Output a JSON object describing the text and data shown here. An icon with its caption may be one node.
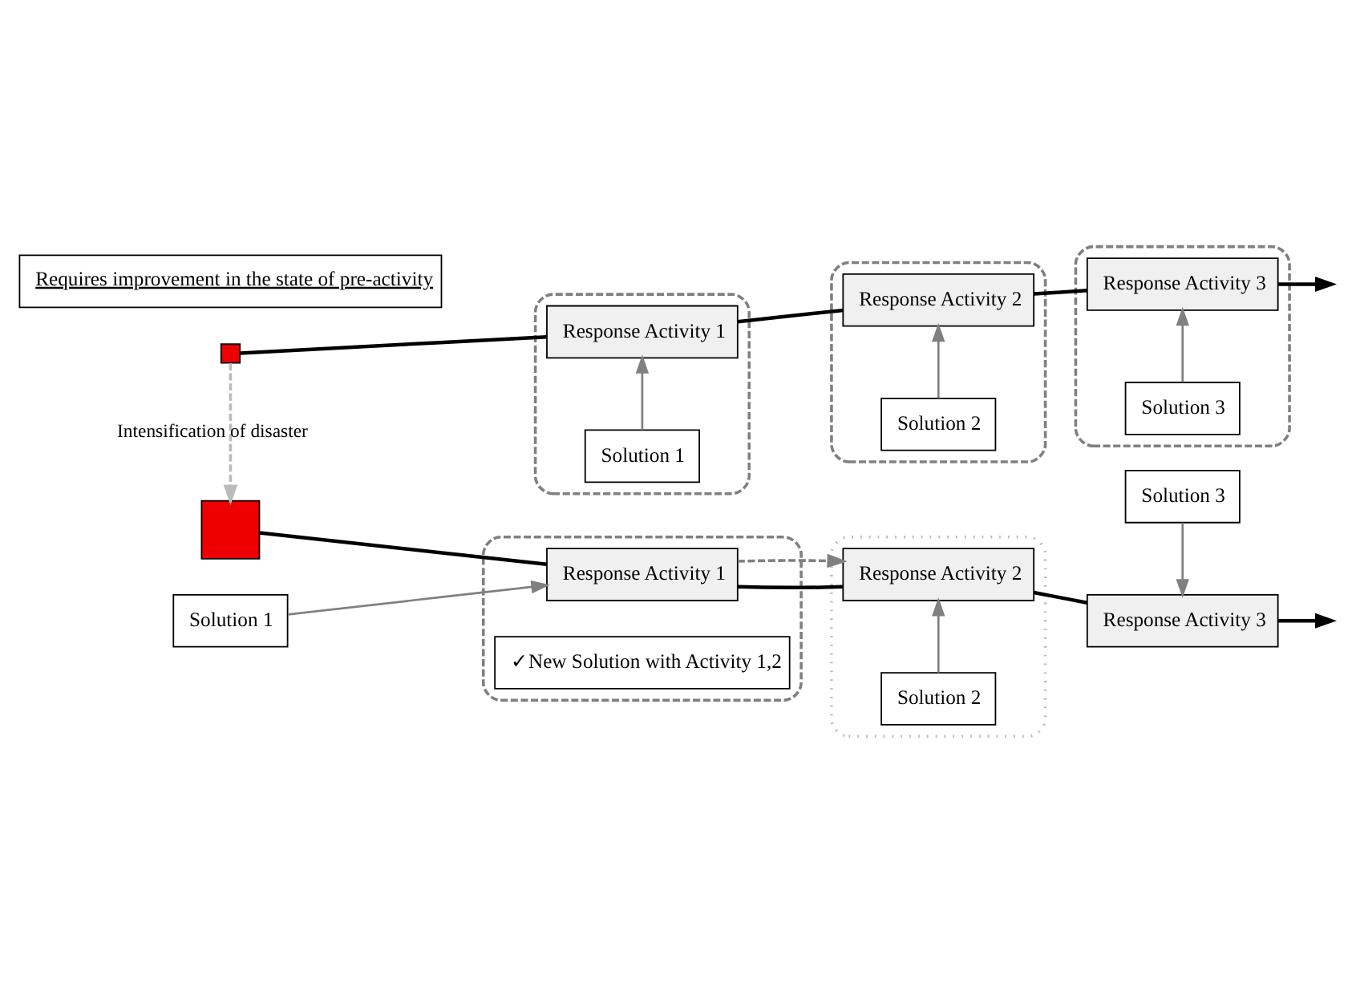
{
  "diagram": {
    "nodes": [
      {
        "text": [],
        "shape": "box"
      },
      {
        "text": [],
        "shape": "box"
      },
      {
        "text": [
          "Solution 1"
        ],
        "in": 1
      },
      {
        "text": [
          "Response Activity 1"
        ],
        "in": 1
      },
      {
        "text": [],
        "shape": "box"
      },
      {
        "text": [
          "Solution 2"
        ],
        "in": 4
      },
      {
        "text": [
          "Response Activity 2"
        ],
        "in": 4
      },
      {
        "text": [],
        "shape": "box"
      },
      {
        "text": [
          "Solution 3"
        ],
        "in": 7
      },
      {
        "text": [
          "Response Activity 3"
        ],
        "in": 7
      },
      {
        "text": [],
        "shape": "box"
      },
      {
        "text": [
          "Requires improvement in the state of pre-activity"
        ]
      },
      {
        "text": [],
        "shape": "box"
      },
      {
        "text": [],
        "shape": "box"
      },
      {
        "text": [
          "Solution 1"
        ]
      },
      {
        "text": [
          "Response Activity 1"
        ],
        "in": 13
      },
      {
        "text": [
          "Solution 2"
        ],
        "in": 12
      },
      {
        "text": [
          "Response Activity 2"
        ],
        "in": 12
      },
      {
        "text": [
          "Solution 3"
        ]
      },
      {
        "text": [
          "Response Activity 3"
        ]
      },
      {
        "text": [
          "✓New Solution with Activity 1,2"
        ],
        "in": 13
      }
    ],
    "edges": [
      {
        "from": 0,
        "to": 3,
        "arrow": "none"
      },
      {
        "from": 3,
        "to": 6,
        "arrow": "none"
      },
      {
        "from": 6,
        "to": 9,
        "arrow": "none"
      },
      {
        "from": 9,
        "to": null,
        "arrow": "to"
      },
      {
        "from": 2,
        "to": 3,
        "arrow": "to",
        "color": "#808080"
      },
      {
        "from": 5,
        "to": 6,
        "arrow": "to",
        "color": "#808080"
      },
      {
        "from": 8,
        "to": 9,
        "arrow": "to",
        "color": "#808080"
      },
      {
        "from": 0,
        "to": 10,
        "arrow": "to",
        "style": "dashed",
        "color": "#bbbbbb",
        "label": "Intensification of disaster"
      },
      {
        "from": 10,
        "to": 15,
        "arrow": "none"
      },
      {
        "from": 15,
        "to": 17,
        "arrow": "none"
      },
      {
        "from": 17,
        "to": 19,
        "arrow": "none"
      },
      {
        "from": 19,
        "to": null,
        "arrow": "to"
      },
      {
        "from": 14,
        "to": 15,
        "arrow": "to",
        "color": "#808080"
      },
      {
        "from": 16,
        "to": 17,
        "arrow": "to",
        "color": "#808080"
      },
      {
        "from": 18,
        "to": 19,
        "arrow": "to",
        "color": "#808080"
      },
      {
        "from": 15,
        "to": 17,
        "arrow": "to",
        "style": "dashed",
        "color": "#808080"
      }
    ]
  }
}
